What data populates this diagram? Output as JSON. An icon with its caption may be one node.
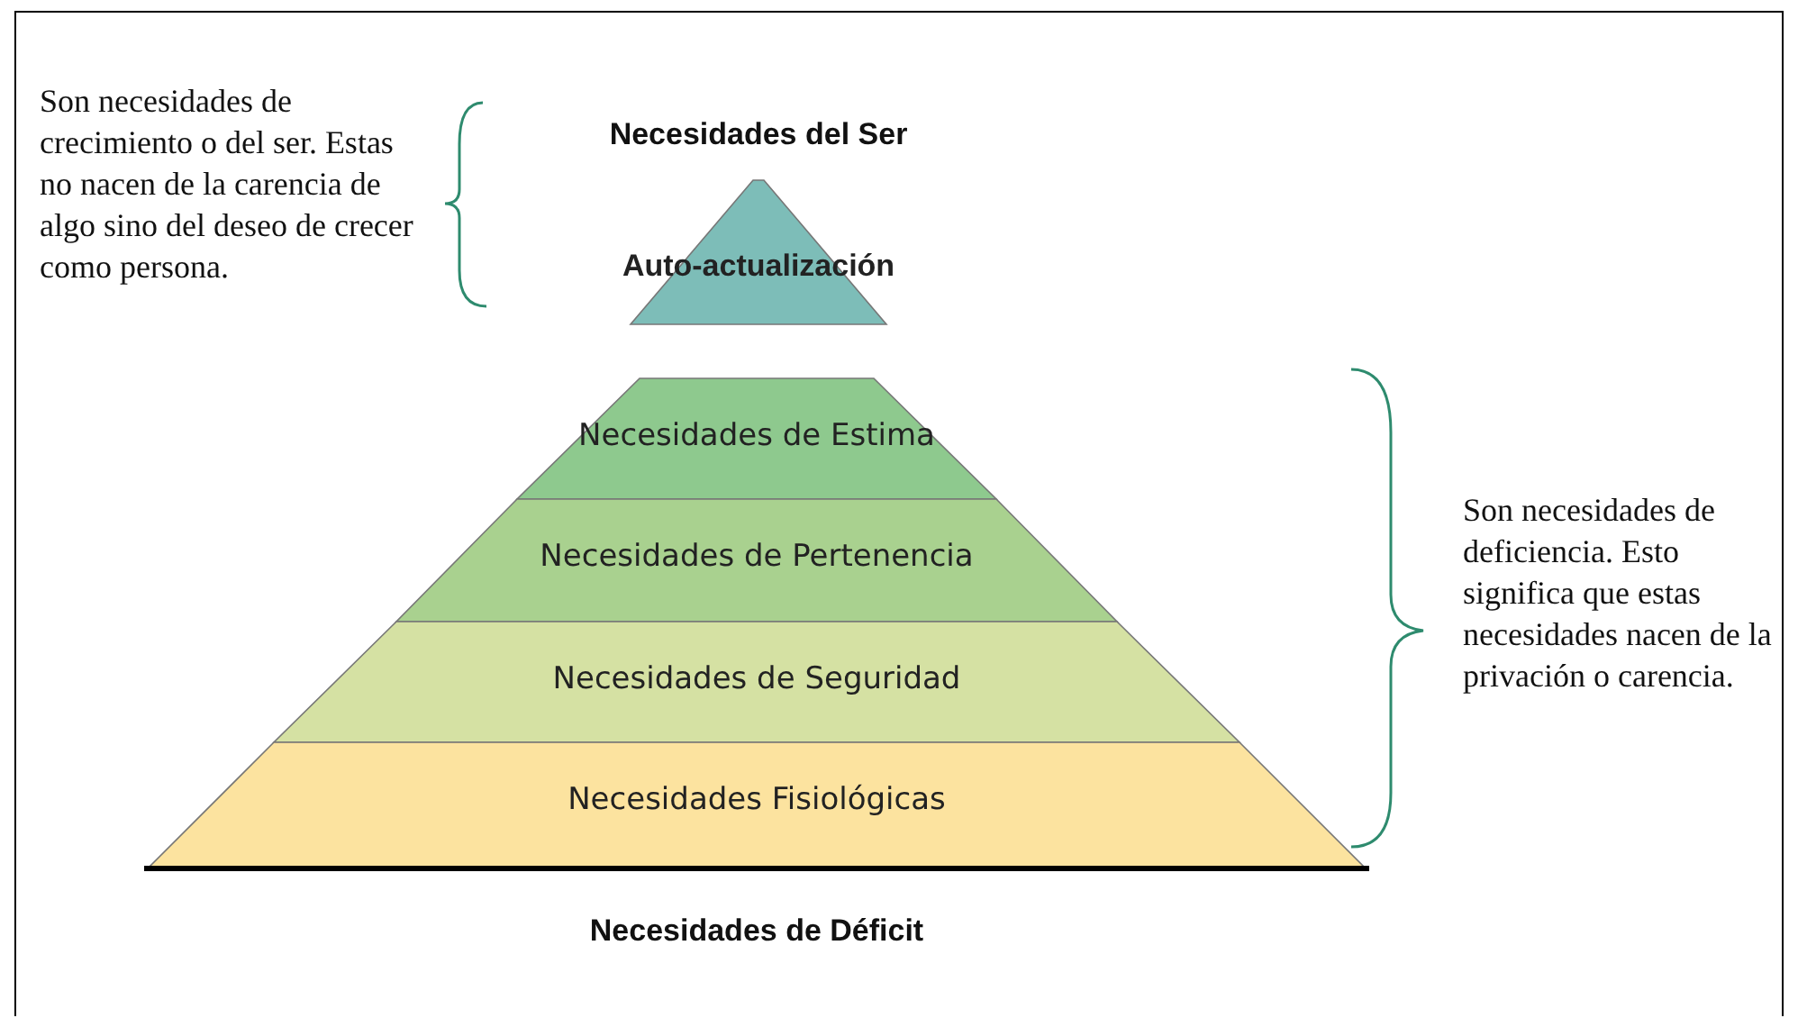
{
  "diagram": {
    "nodes": [
      {
        "text": [
          "Auto-actualización"
        ],
        "beside": [
          "Necesidades del Ser"
        ]
      },
      {
        "text": [
          "Necesidades de Estima"
        ]
      },
      {
        "text": [
          "Necesidades de Pertenencia"
        ]
      },
      {
        "text": [
          "Necesidades de Seguridad"
        ]
      },
      {
        "text": [
          "Necesidades Fisiológicas"
        ]
      }
    ],
    "labels": [
      "Son necesidades de crecimiento o del ser. Estas no nacen de la carencia de algo sino del deseo de crecer como persona.",
      "Necesidades de Déficit",
      "Son necesidades de deficiencia. Esto significa que estas necesidades nacen de la privación o carencia."
    ]
  }
}
